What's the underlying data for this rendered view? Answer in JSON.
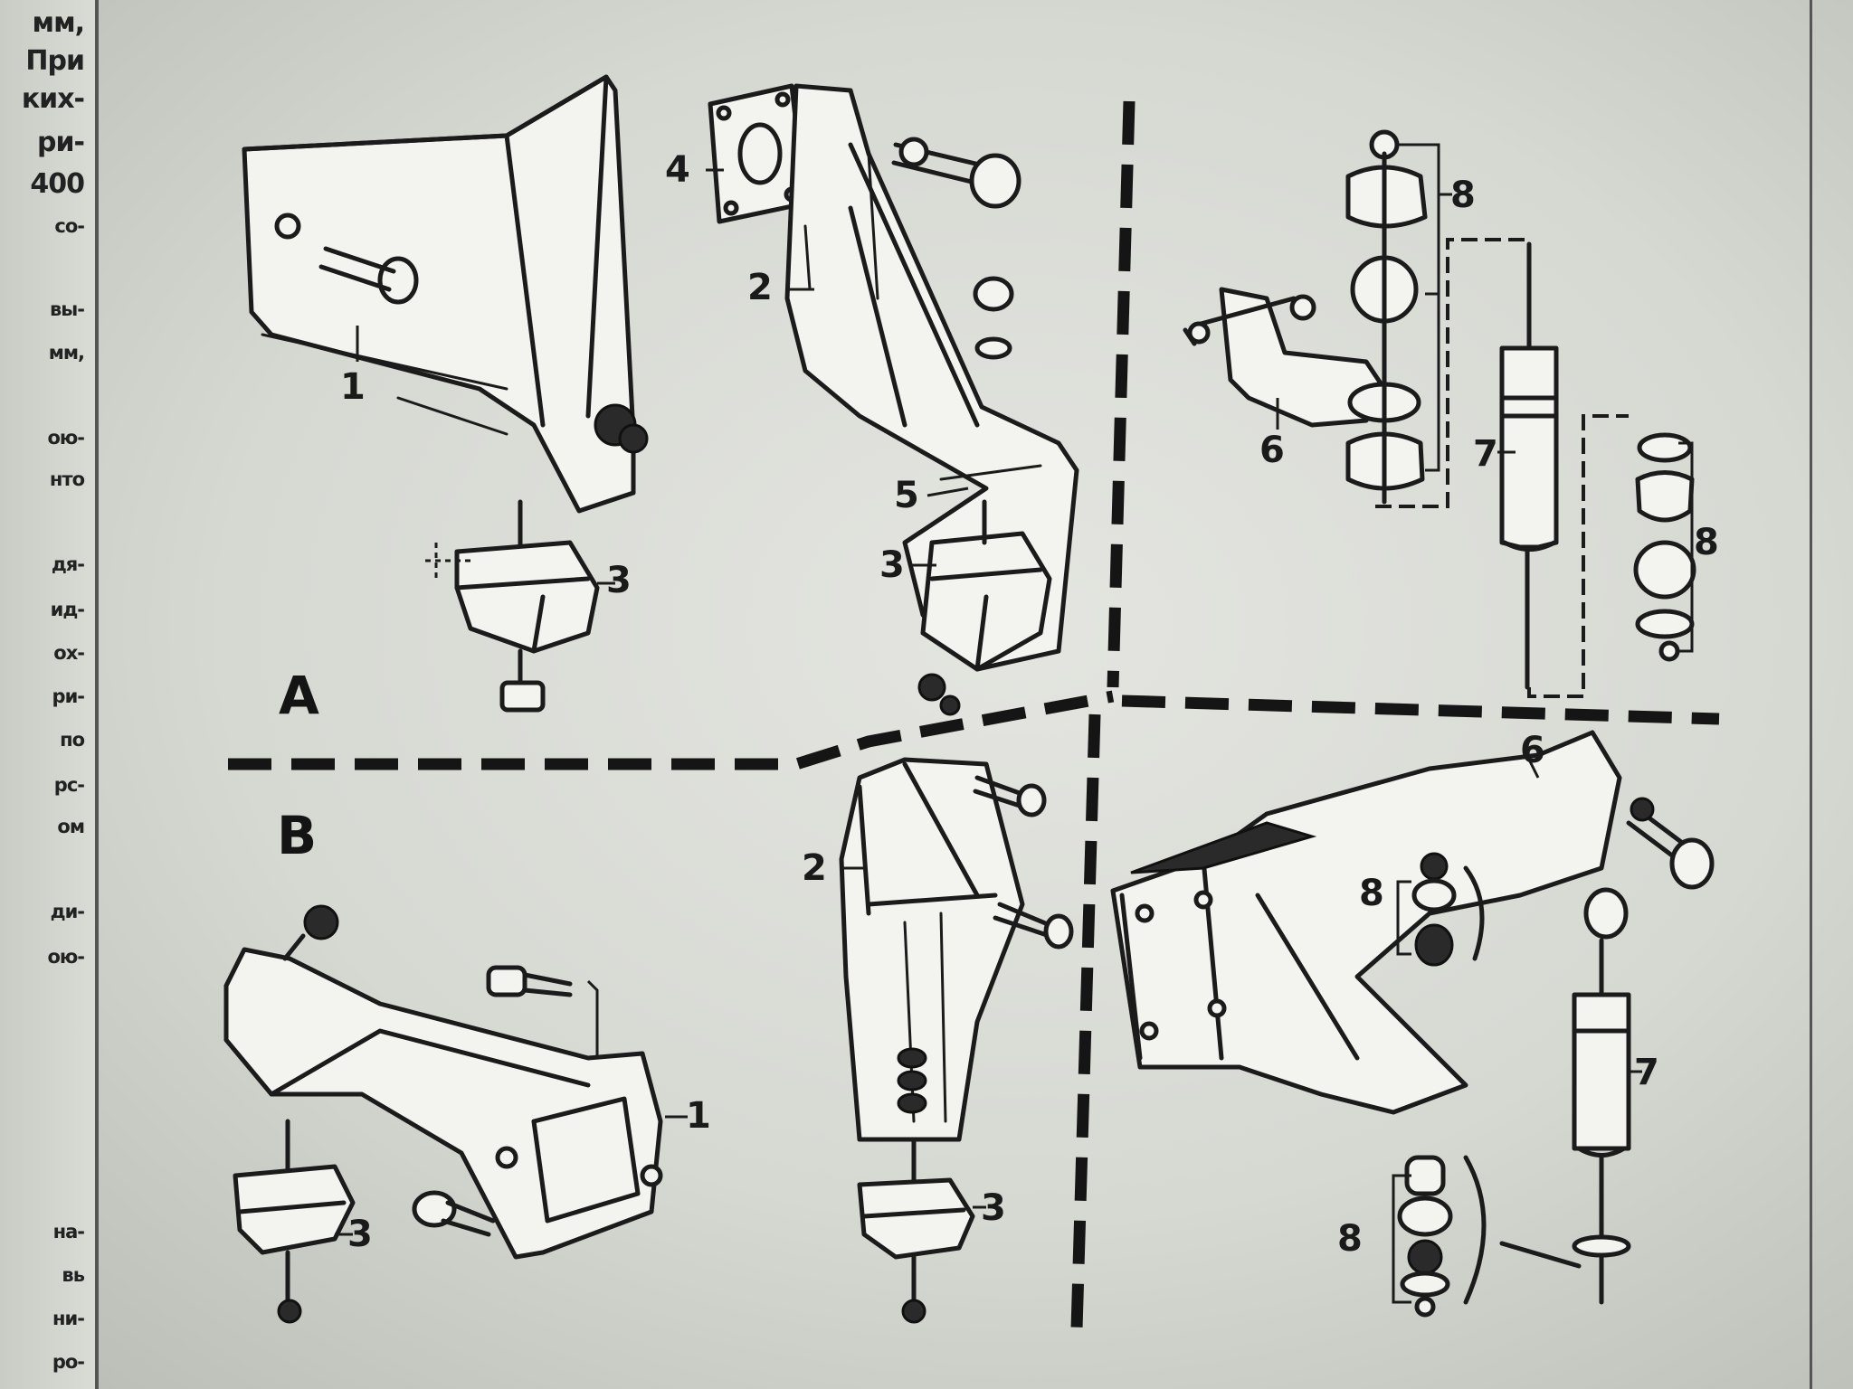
{
  "page_text": {
    "left_column_fragments": [
      {
        "text": "мм,",
        "size": "big"
      },
      {
        "text": "При",
        "size": "big"
      },
      {
        "text": "ких-",
        "size": "big"
      },
      {
        "text": "ри-",
        "size": "big"
      },
      {
        "text": "400",
        "size": "big"
      },
      {
        "text": "со-",
        "size": "small"
      },
      {
        "text": "вы-",
        "size": "small"
      },
      {
        "text": "мм,",
        "size": "small"
      },
      {
        "text": "ою-",
        "size": "small"
      },
      {
        "text": "нто",
        "size": "small"
      },
      {
        "text": "дя-",
        "size": "small"
      },
      {
        "text": "ид-",
        "size": "small"
      },
      {
        "text": "ох-",
        "size": "small"
      },
      {
        "text": "ри-",
        "size": "small"
      },
      {
        "text": "по",
        "size": "small"
      },
      {
        "text": "рс-",
        "size": "small"
      },
      {
        "text": "ом",
        "size": "small"
      },
      {
        "text": "ди-",
        "size": "small"
      },
      {
        "text": "ою-",
        "size": "small"
      },
      {
        "text": "на-",
        "size": "small"
      },
      {
        "text": "вь",
        "size": "small"
      },
      {
        "text": "ни-",
        "size": "small"
      },
      {
        "text": "ро-",
        "size": "small"
      }
    ]
  },
  "diagram": {
    "sections": {
      "a": "A",
      "b": "B"
    },
    "callouts": {
      "a_left_1": "1",
      "a_left_3": "3",
      "a_mid_4": "4",
      "a_mid_2": "2",
      "a_mid_5": "5",
      "a_mid_3": "3",
      "a_right_8_top": "8",
      "a_right_6": "6",
      "a_right_7": "7",
      "a_right_8_side": "8",
      "b_left_1": "1",
      "b_left_3": "3",
      "b_mid_2": "2",
      "b_mid_3": "3",
      "b_right_6": "6",
      "b_right_8_upper": "8",
      "b_right_7": "7",
      "b_right_8_lower": "8"
    }
  }
}
